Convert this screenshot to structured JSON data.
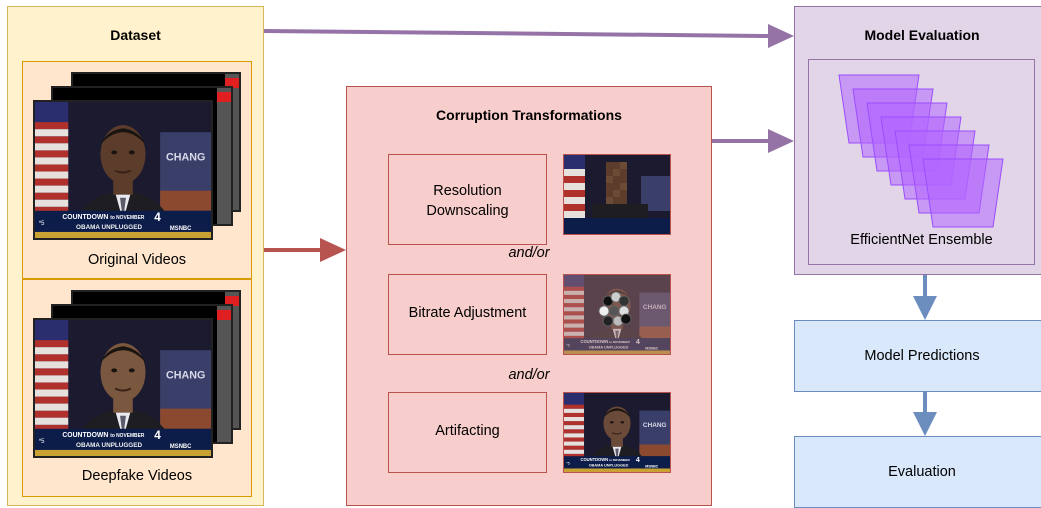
{
  "dataset": {
    "title": "Dataset",
    "original_label": "Original Videos",
    "deepfake_label": "Deepfake Videos",
    "frame_text": {
      "chang": "CHANG",
      "countdown": "COUNTDOWN",
      "to_november": "to NOVEMBER",
      "num": "4",
      "obama": "OBAMA UNPLUGGED",
      "msnbc": "MSNBC",
      "corner": "5"
    }
  },
  "corruption": {
    "title": "Corruption Transformations",
    "steps": [
      {
        "label": "Resolution\nDownscaling"
      },
      {
        "label": "Bitrate Adjustment"
      },
      {
        "label": "Artifacting"
      }
    ],
    "connector_1": "and/or",
    "connector_2": "and/or"
  },
  "model_eval": {
    "title": "Model Evaluation",
    "ensemble_label": "EfficientNet Ensemble"
  },
  "predictions": {
    "label": "Model Predictions"
  },
  "evaluation": {
    "label": "Evaluation"
  },
  "colors": {
    "dataset_bg": "#fff2cc",
    "dataset_border": "#d6b656",
    "sub_bg": "#ffe6cc",
    "sub_border": "#d79b00",
    "corr_bg": "#f8cecc",
    "corr_border": "#b85450",
    "step_bg": "#f8cecc",
    "model_bg": "#e1d5e7",
    "model_border": "#9673a6",
    "ensemble_fill": "#b266ff",
    "blue_bg": "#dae8fc",
    "blue_border": "#6c8ebf",
    "arrow_purple": "#9673a6",
    "arrow_red": "#b85450",
    "arrow_blue": "#6c8ebf"
  }
}
